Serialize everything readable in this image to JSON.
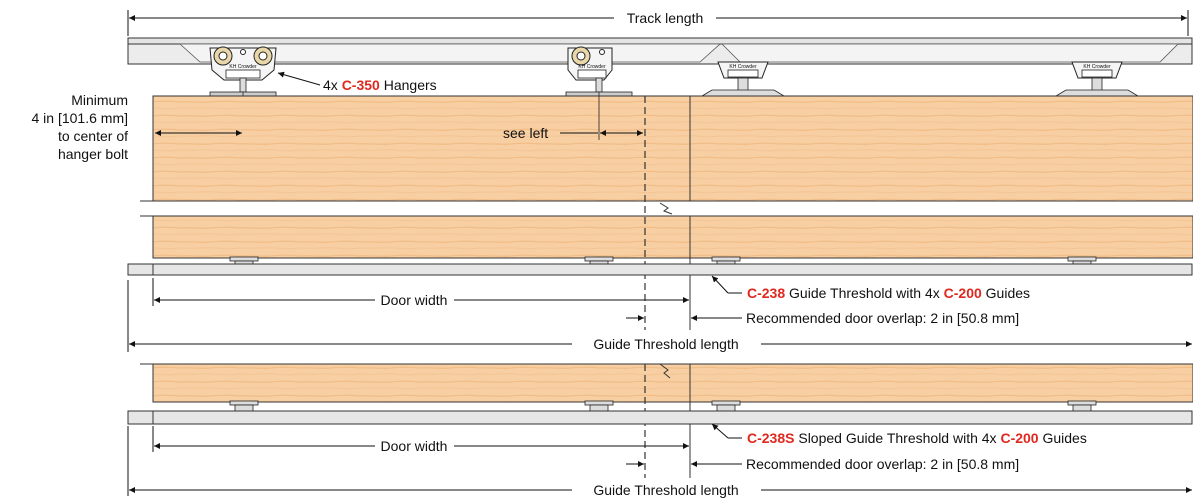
{
  "labels": {
    "track_length": "Track length",
    "hanger_qty": "4x",
    "hanger_code": "C-350",
    "hanger_text": "Hangers",
    "min_line1": "Minimum",
    "min_line2": "4 in [101.6 mm]",
    "min_line3": "to center of",
    "min_line4": "hanger bolt",
    "see_left": "see left",
    "door_width": "Door width",
    "guide_threshold_length": "Guide Threshold length",
    "overlap": "Recommended door overlap: 2 in [50.8 mm]",
    "hanger_brand": "KH Crowder",
    "t1_code": "C-238",
    "t1_text": "Guide Threshold with 4x",
    "t1_guide_code": "C-200",
    "t1_guide_text": "Guides",
    "t2_code": "C-238S",
    "t2_text": "Sloped Guide Threshold with 4x",
    "t2_guide_code": "C-200",
    "t2_guide_text": "Guides"
  },
  "colors": {
    "door_fill": "#f8cfa2",
    "track_fill": "#ececec",
    "threshold_fill": "#e6e6e6",
    "accent_red": "#e0281e"
  }
}
